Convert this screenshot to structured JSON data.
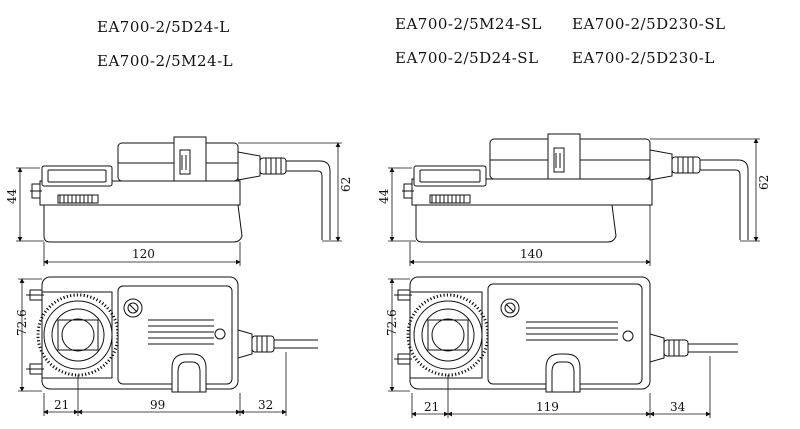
{
  "models": {
    "left": [
      "EA700-2/5D24-L",
      "EA700-2/5M24-L"
    ],
    "right_col1": [
      "EA700-2/5M24-SL",
      "EA700-2/5D24-SL"
    ],
    "right_col2": [
      "EA700-2/5D230-SL",
      "EA700-2/5D230-L"
    ]
  },
  "left_drawing": {
    "side": {
      "height_base": "44",
      "height_total": "62",
      "length": "120"
    },
    "top": {
      "height": "72.6",
      "dim_a": "21",
      "dim_b": "99",
      "dim_c": "32"
    }
  },
  "right_drawing": {
    "side": {
      "height_base": "44",
      "height_total": "62",
      "length": "140"
    },
    "top": {
      "height": "72.6",
      "dim_a": "21",
      "dim_b": "119",
      "dim_c": "34"
    }
  }
}
